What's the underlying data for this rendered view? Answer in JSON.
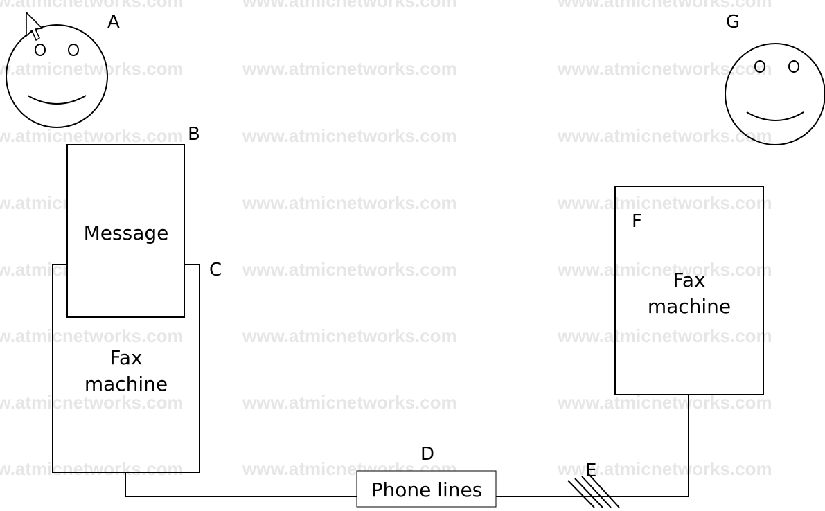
{
  "watermark": "www.atmicnetworks.com",
  "labels": {
    "a": "A",
    "b": "B",
    "c": "C",
    "d": "D",
    "e": "E",
    "f": "F",
    "g": "G"
  },
  "message_box": {
    "text": "Message"
  },
  "sender_fax": {
    "line1": "Fax",
    "line2": "machine"
  },
  "receiver_fax": {
    "line1": "Fax",
    "line2": "machine"
  },
  "phone_lines": {
    "text": "Phone lines"
  }
}
